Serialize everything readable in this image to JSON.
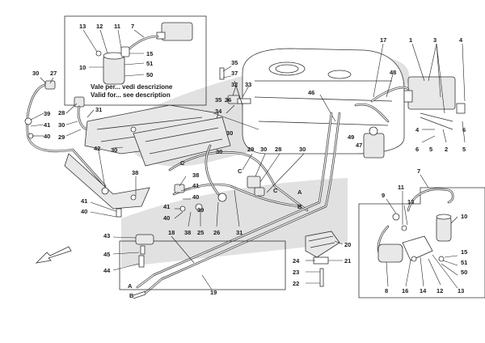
{
  "inset_top": {
    "note_it": "Vale per... vedi descrizione",
    "note_en": "Valid for... see description",
    "labels": [
      "13",
      "12",
      "11",
      "7",
      "15",
      "10",
      "51",
      "50"
    ]
  },
  "main_labels": {
    "l30a": "30",
    "l27": "27",
    "l28": "28",
    "l30b": "30",
    "l29": "29",
    "l31": "31",
    "l39": "39",
    "l41a": "41",
    "l40a": "40",
    "l30c": "30",
    "l42": "42",
    "l35a": "35",
    "l37": "37",
    "l32": "32",
    "l33": "33",
    "l35b": "35",
    "l36": "36",
    "l34": "34",
    "l30d": "30",
    "l30e": "30",
    "l29b": "29",
    "l30f": "30",
    "l28b": "28",
    "l30g": "30",
    "lCa": "C",
    "lCb": "C",
    "lCc": "C",
    "lA": "A",
    "lB": "B",
    "l38a": "38",
    "l38b": "38",
    "l41b": "41",
    "l40b": "40",
    "l41c": "41",
    "l40c": "40",
    "l41d": "41",
    "l40d": "40",
    "l39b": "39",
    "l25": "25",
    "l38c": "38",
    "l26": "26",
    "l31b": "31",
    "l17": "17",
    "l1": "1",
    "l3": "3",
    "l4": "4",
    "l48": "48",
    "l46": "46",
    "l49": "49",
    "l47": "47",
    "l2": "2",
    "l5a": "5",
    "l5b": "5",
    "l6a": "6",
    "l6b": "6",
    "l4b": "4"
  },
  "bottom_left": {
    "labels": [
      "43",
      "45",
      "44",
      "18",
      "19",
      "A",
      "B"
    ]
  },
  "bottom_center": {
    "labels": [
      "20",
      "21",
      "24",
      "23",
      "22"
    ]
  },
  "inset_right": {
    "labels": [
      "7",
      "9",
      "11",
      "13",
      "10",
      "15",
      "51",
      "50",
      "12",
      "13",
      "16",
      "14",
      "8"
    ]
  }
}
